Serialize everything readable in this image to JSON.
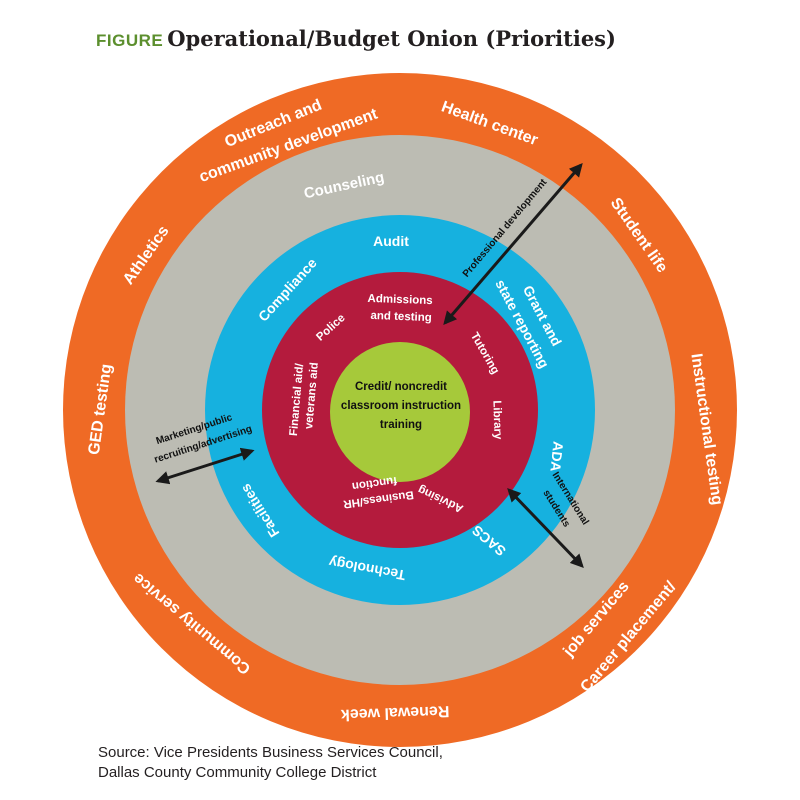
{
  "title": {
    "tag": "FIGURE",
    "text": "Operational/Budget Onion (Priorities)"
  },
  "colors": {
    "outer_ring": "#ef6a25",
    "gray_ring": "#bcbcb3",
    "blue_ring": "#16b1df",
    "red_ring": "#b41b3d",
    "core": "#a6c93a",
    "title_tag": "#5c8f2e"
  },
  "rings": {
    "outer": [
      "Outreach and",
      "community development",
      "Health center",
      "Student life",
      "Instructional testing",
      "Career placement/",
      "job services",
      "Renewal week",
      "Community service",
      "GED testing",
      "Athletics"
    ],
    "gray": [
      "Counseling"
    ],
    "blue": [
      "Audit",
      "Grant and",
      "state reporting",
      "ADA",
      "SACS",
      "Technology",
      "Facilities",
      "Compliance"
    ],
    "red": [
      "Admissions",
      "and testing",
      "Tutoring",
      "Library",
      "Advising",
      "Business/HR",
      "function",
      "Financial aid/",
      "veterans aid",
      "Police"
    ],
    "core": [
      "Credit/ noncredit",
      "classroom instruction",
      "training"
    ]
  },
  "arrows": {
    "professional": "Professional development",
    "marketing": [
      "Marketing/public",
      "recruiting/advertising"
    ],
    "international": [
      "International",
      "students"
    ]
  },
  "source": [
    "Source: Vice Presidents Business Services Council,",
    "Dallas County Community College District"
  ]
}
